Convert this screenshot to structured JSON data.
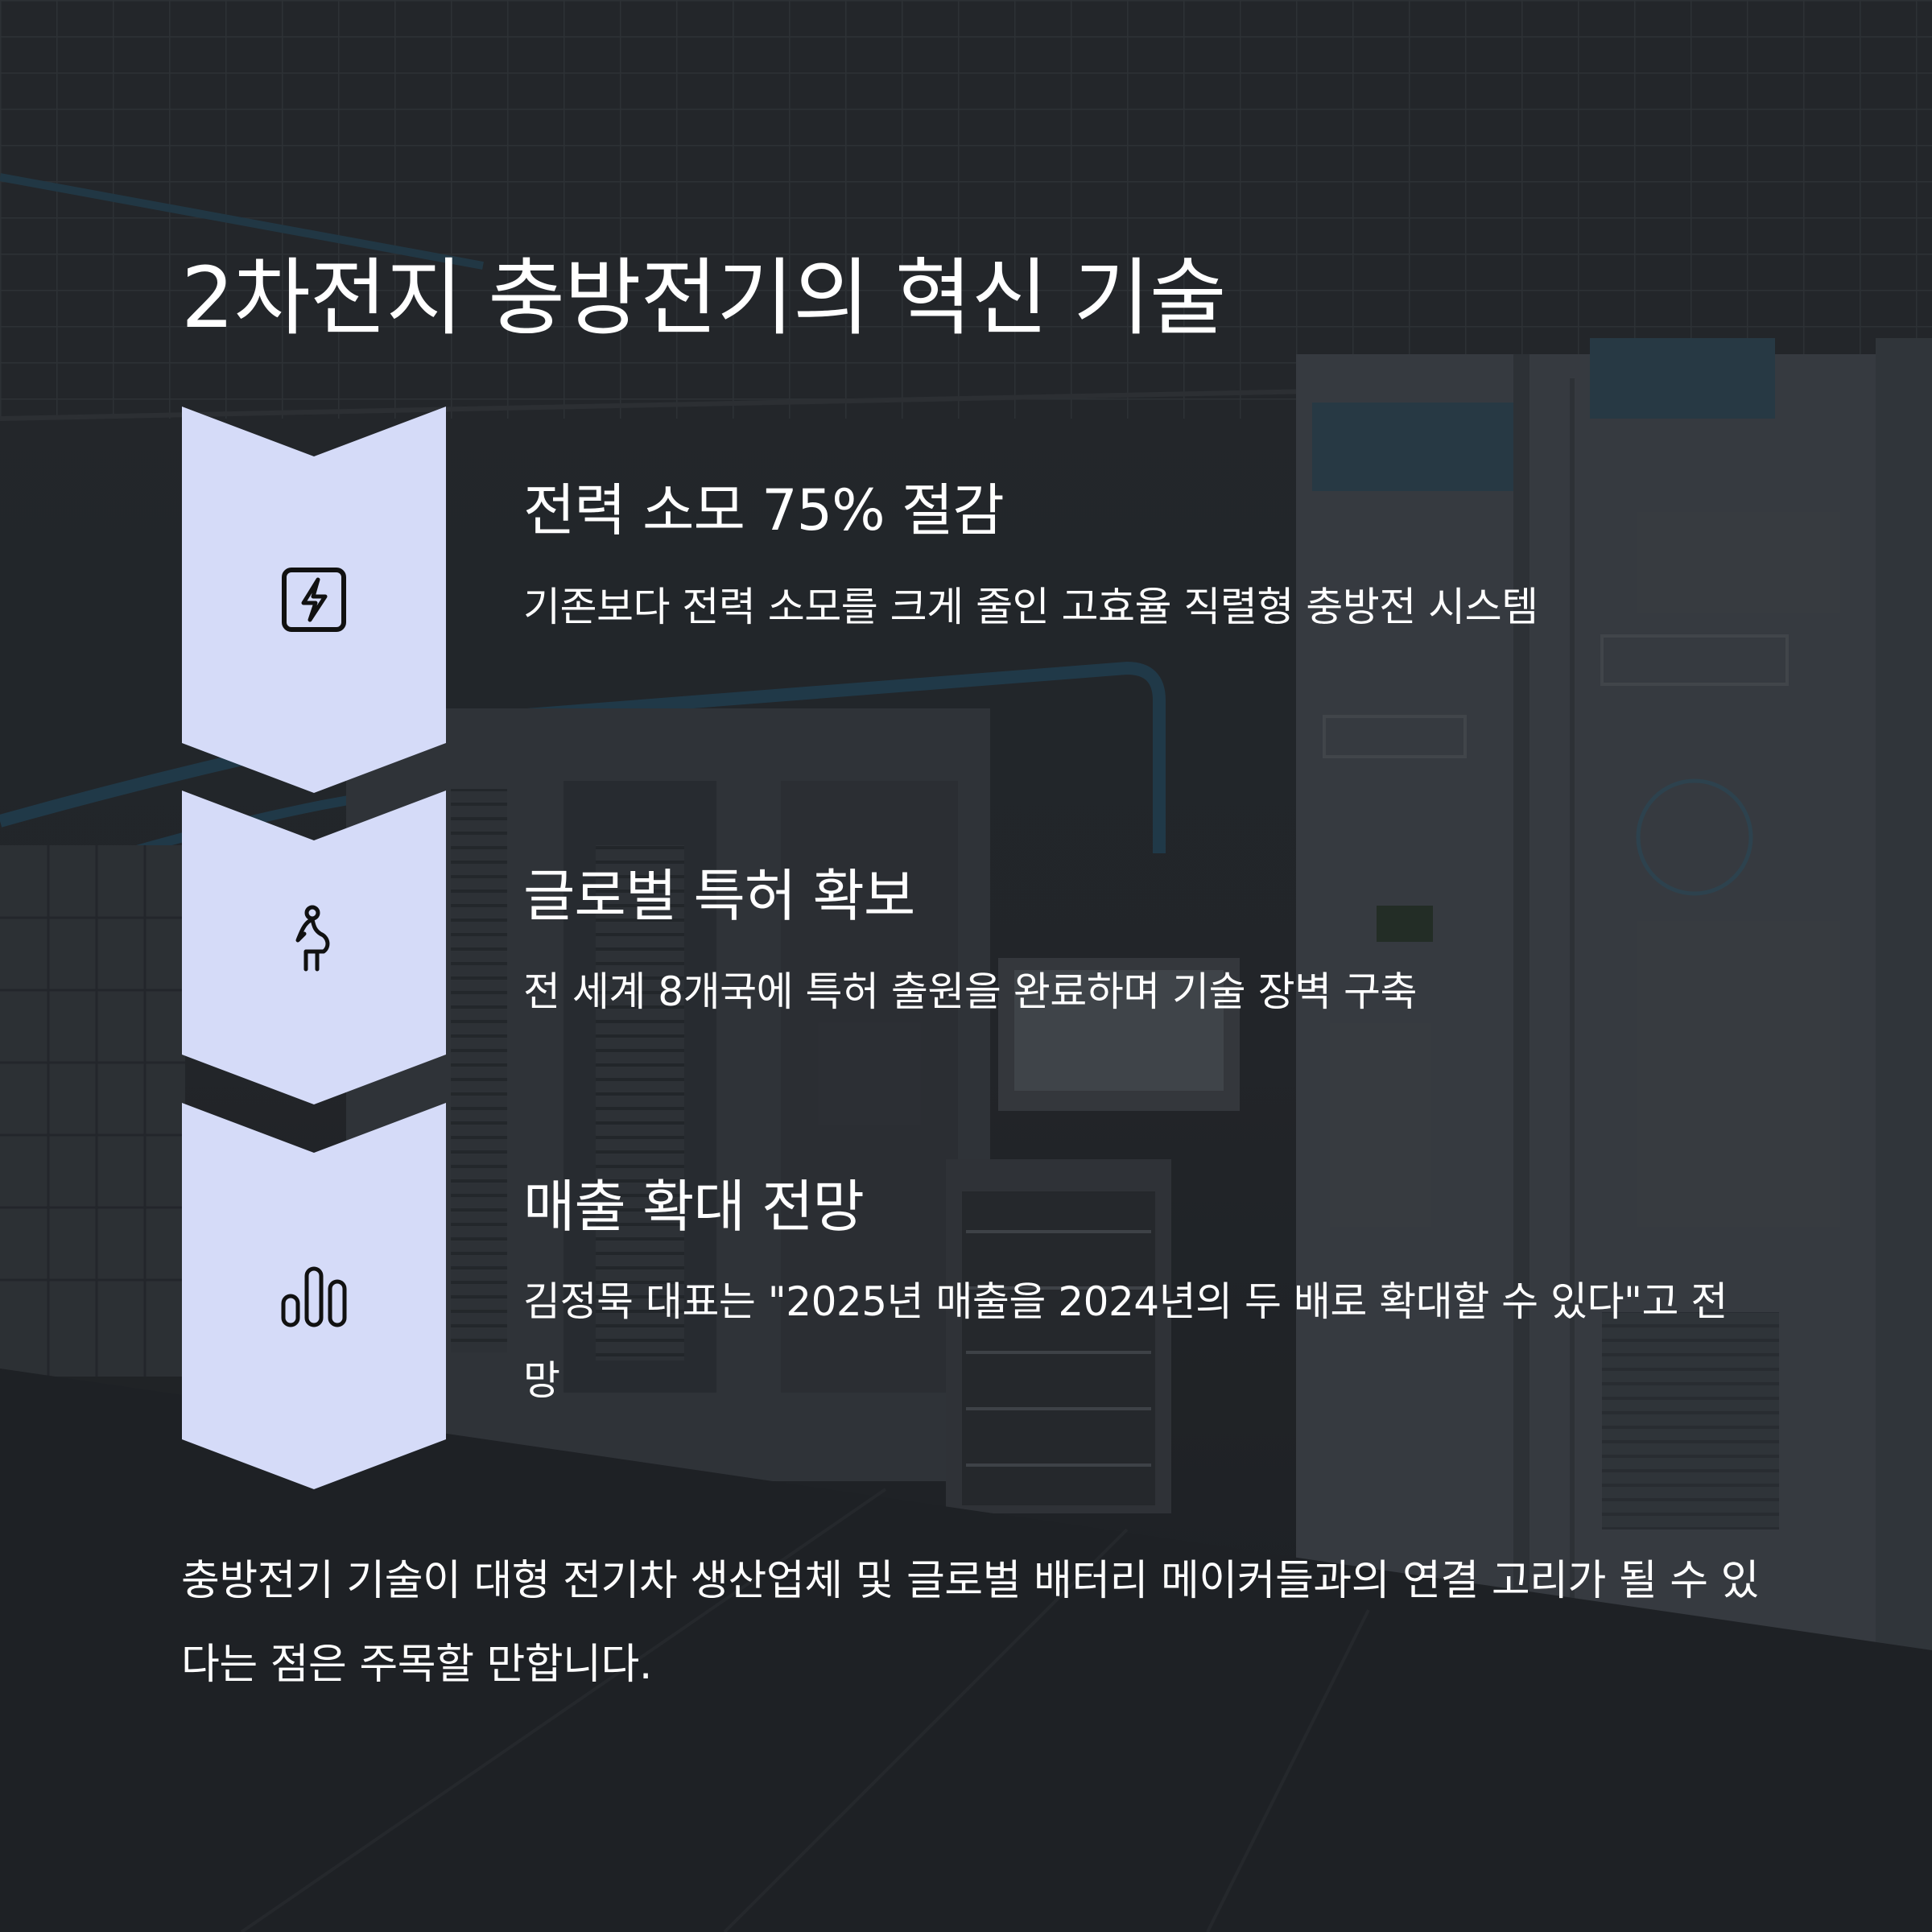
{
  "title": "2차전지 충방전기의 혁신 기술",
  "colors": {
    "chevron_fill": "#d5dbf8",
    "icon_stroke": "#111111",
    "text": "#ffffff"
  },
  "steps": [
    {
      "icon": "lightning-bolt-icon",
      "title": "전력 소모 75% 절감",
      "description": "기존보다 전력 소모를 크게 줄인 고효율 직렬형 충방전 시스템"
    },
    {
      "icon": "pregnant-person-icon",
      "title": "글로벌 특허 확보",
      "description": "전 세계 8개국에 특허 출원을 완료하며 기술 장벽 구축"
    },
    {
      "icon": "bar-chart-icon",
      "title": "매출 확대 전망",
      "description": "김정묵 대표는 \"2025년 매출을 2024년의 두 배로 확대할 수 있다\"고 전망"
    }
  ],
  "footer": "충방전기 기술이 대형 전기차 생산업체 및 글로벌 배터리 메이커들과의 연결 고리가 될 수 있다는 점은 주목할 만합니다."
}
